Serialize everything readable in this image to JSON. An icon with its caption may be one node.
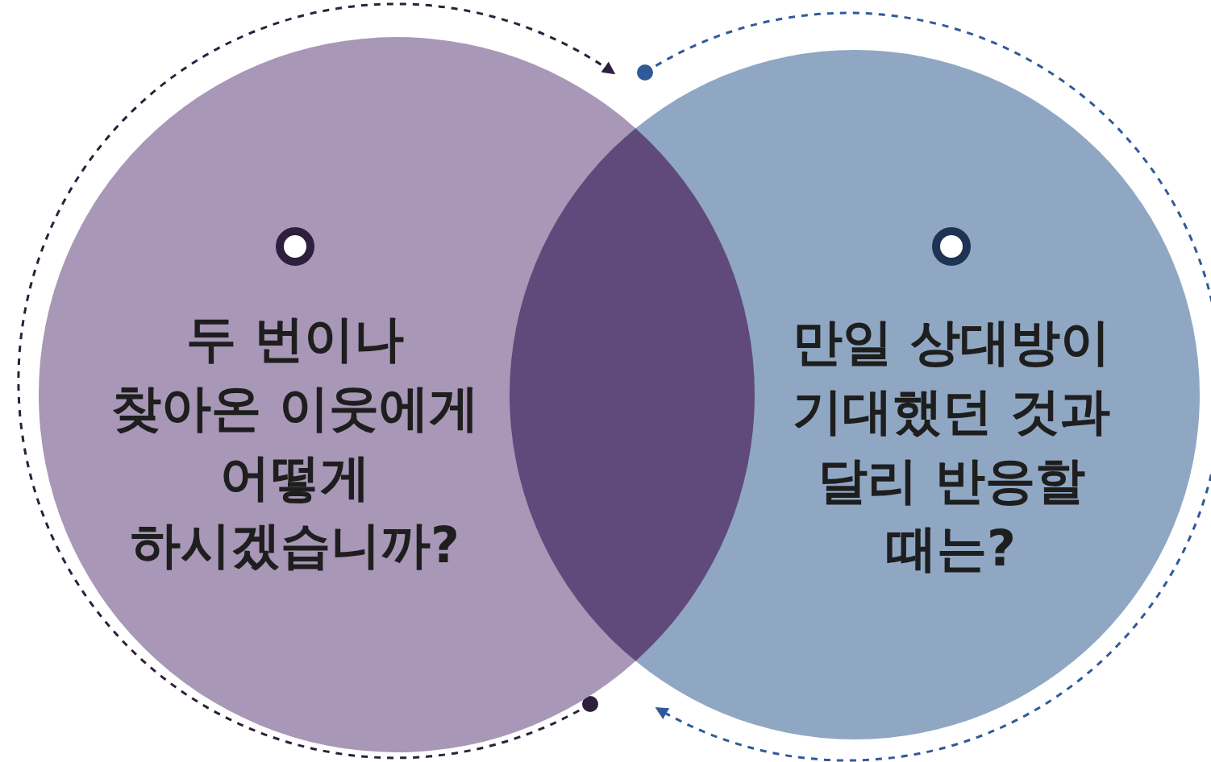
{
  "diagram": {
    "nodes": [
      {
        "text": [
          "두 번이나 찾아온 이웃에게 어떻게 하시겠습니까?"
        ]
      },
      {
        "text": [
          "만일 상대방이 기대했던 것과 달리 반응할 때는?"
        ]
      },
      {
        "text": [],
        "shape": "lens"
      }
    ]
  }
}
